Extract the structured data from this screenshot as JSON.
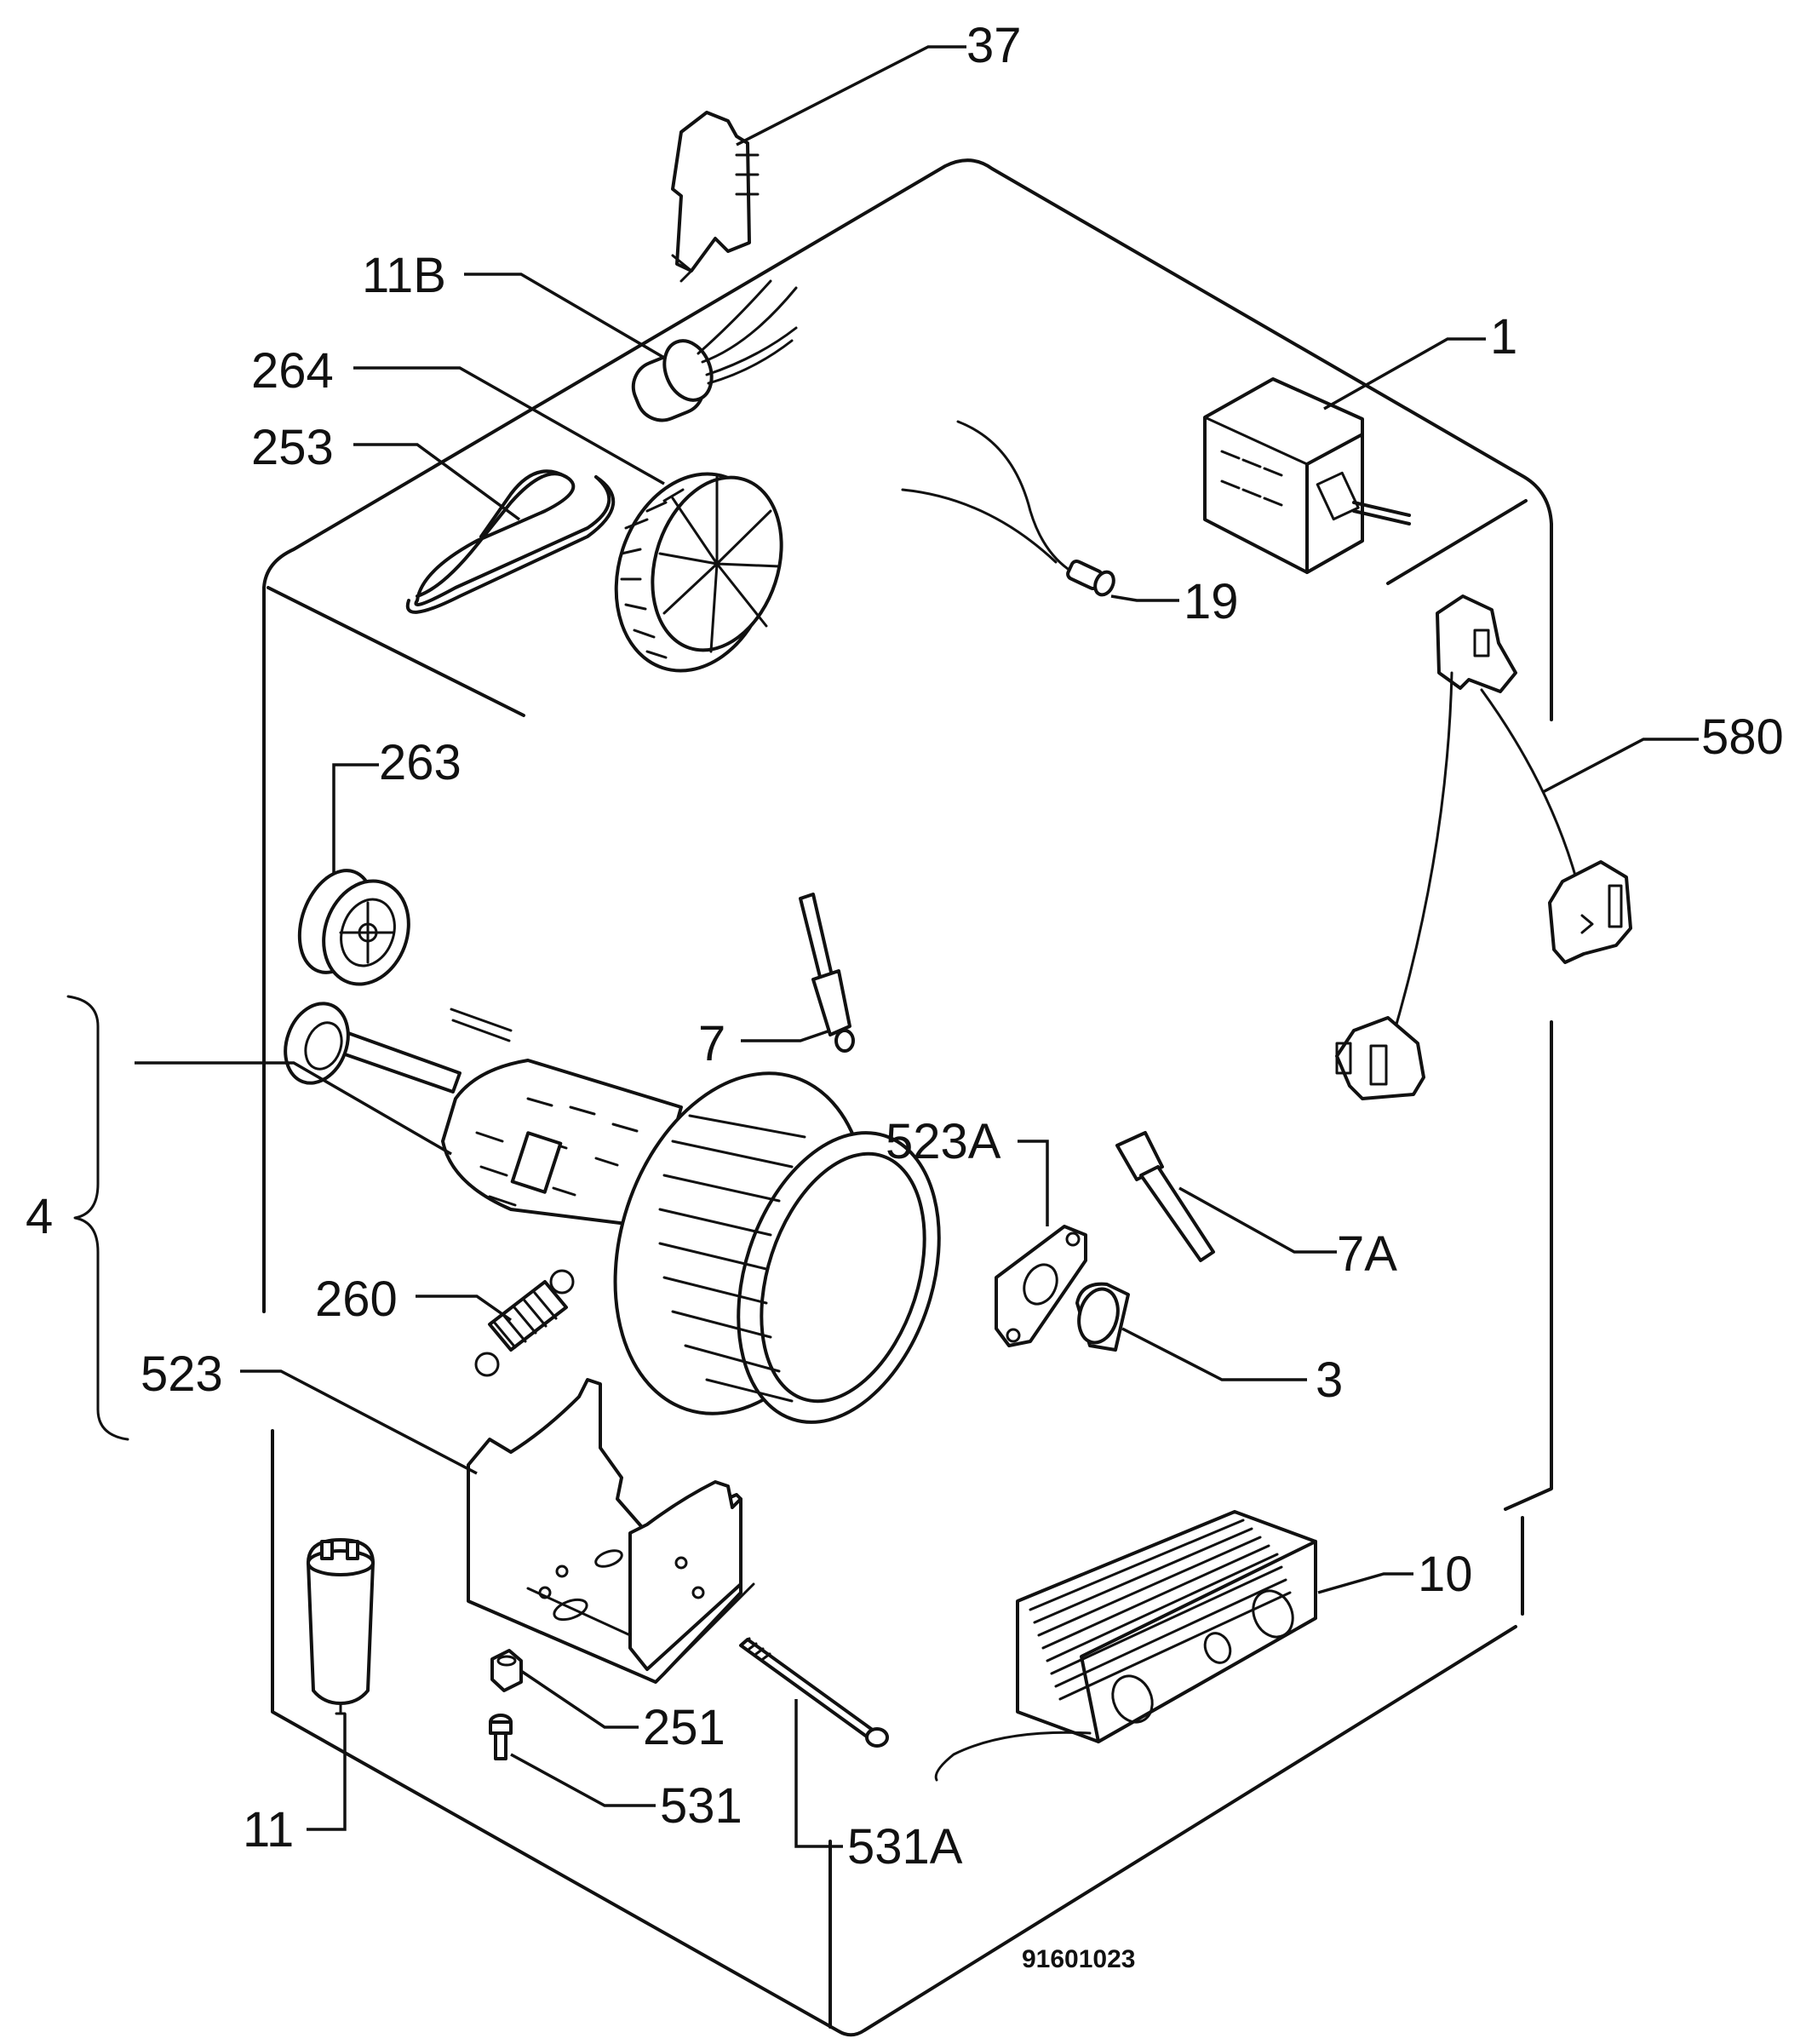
{
  "labels": {
    "l37": "37",
    "l11b": "11B",
    "l264": "264",
    "l253": "253",
    "l1": "1",
    "l19": "19",
    "l580": "580",
    "l263": "263",
    "l7": "7",
    "l4": "4",
    "l523a": "523A",
    "l7a": "7A",
    "l260": "260",
    "l3": "3",
    "l523": "523",
    "l10": "10",
    "l251": "251",
    "l531": "531",
    "l531a": "531A",
    "l11": "11"
  },
  "drawing_number": "91601023"
}
